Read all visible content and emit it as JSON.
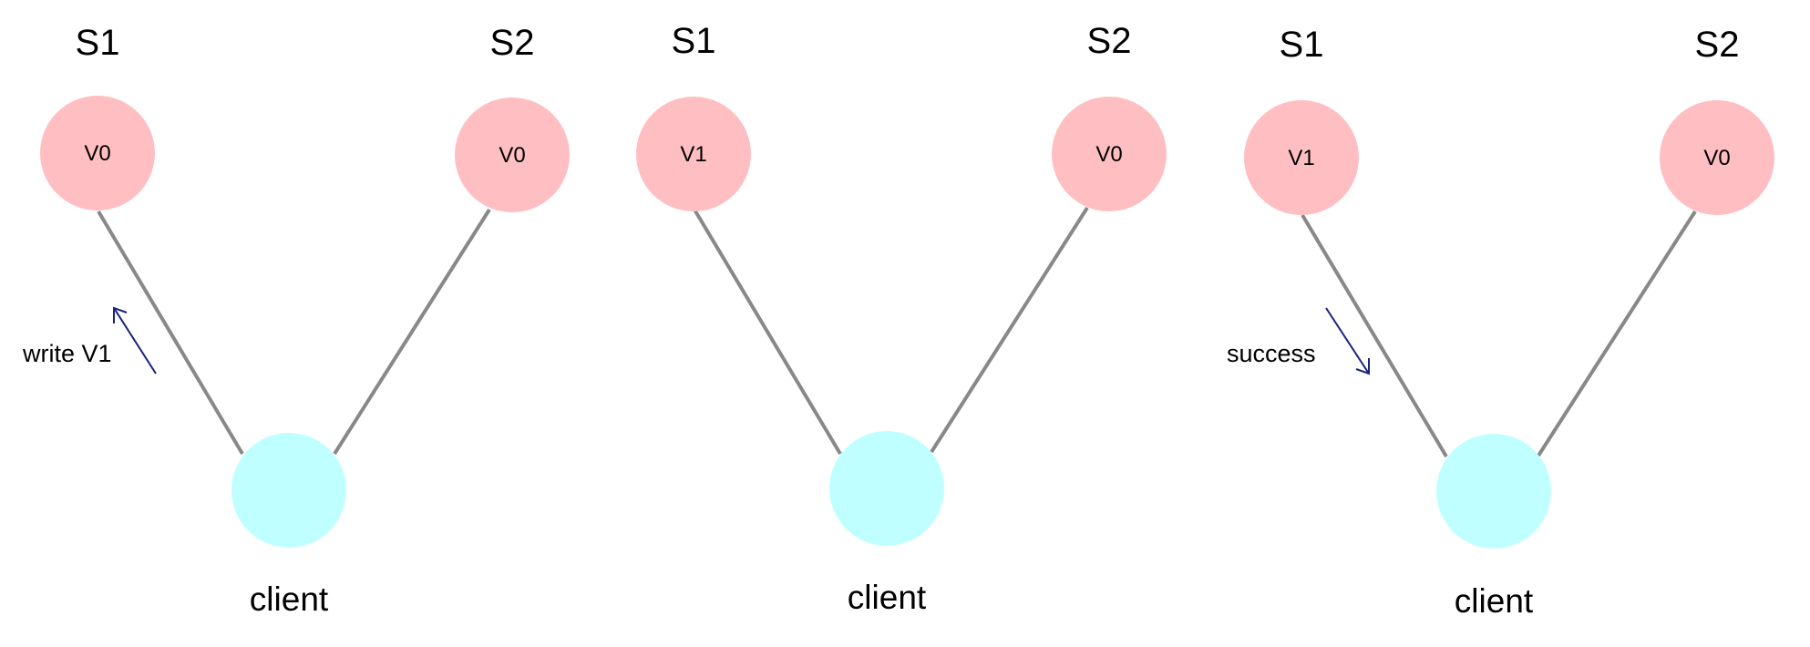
{
  "colors": {
    "server_fill": "#ffbfc2",
    "client_fill": "#c0ffff",
    "link": "#888888",
    "arrow": "#1a237e"
  },
  "panels": [
    {
      "s1": {
        "label": "S1",
        "version": "V0"
      },
      "s2": {
        "label": "S2",
        "version": "V0"
      },
      "client": {
        "label": "client"
      },
      "message": {
        "text": "write V1",
        "direction": "to-s1"
      }
    },
    {
      "s1": {
        "label": "S1",
        "version": "V1"
      },
      "s2": {
        "label": "S2",
        "version": "V0"
      },
      "client": {
        "label": "client"
      }
    },
    {
      "s1": {
        "label": "S1",
        "version": "V1"
      },
      "s2": {
        "label": "S2",
        "version": "V0"
      },
      "client": {
        "label": "client"
      },
      "message": {
        "text": "success",
        "direction": "to-client"
      }
    }
  ]
}
